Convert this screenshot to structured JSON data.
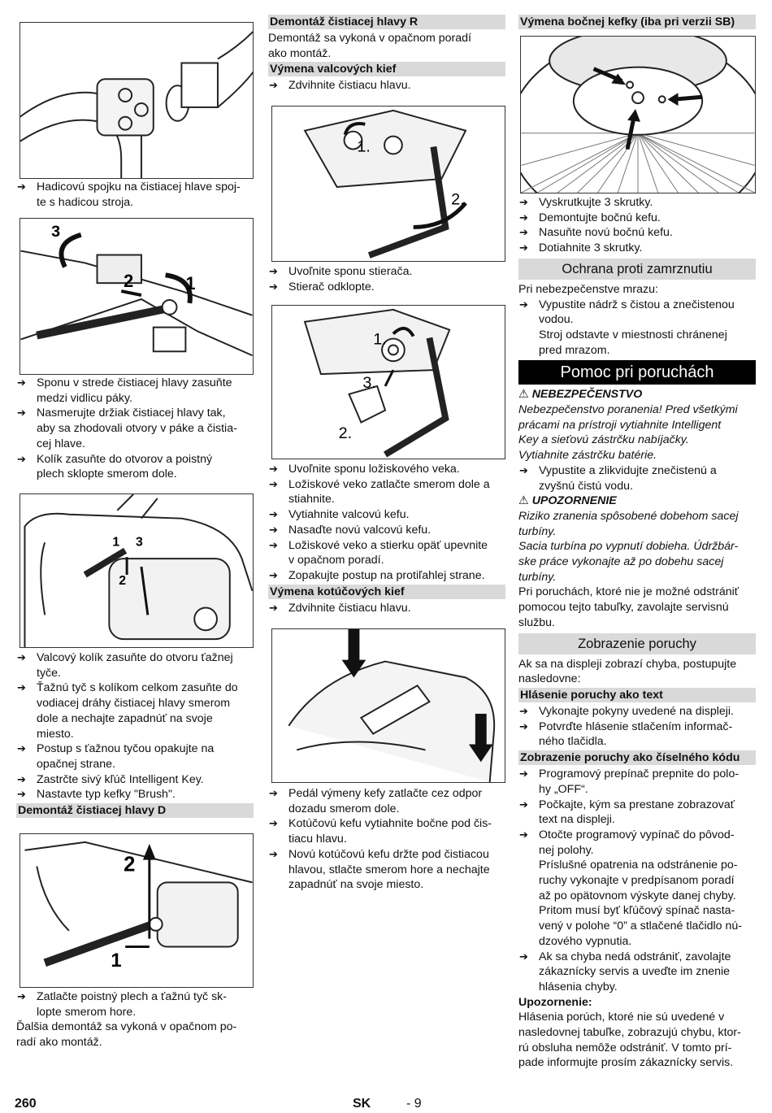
{
  "col1": {
    "t1": [
      "Hadicovú spojku na čistiacej hlave spoj-",
      "te s hadicou stroja."
    ],
    "fig2_labels": [
      "3",
      "2",
      "1"
    ],
    "t2": [
      [
        "Sponu v strede čistiacej hlavy zasuňte",
        "medzi vidlicu páky."
      ],
      [
        "Nasmerujte držiak čistiacej hlavy tak,",
        "aby sa zhodovali otvory v páke a čistia-",
        "cej hlave."
      ],
      [
        "Kolík zasuňte do otvorov a poistný",
        "plech sklopte smerom dole."
      ]
    ],
    "fig3_labels": [
      "1",
      "3",
      "2"
    ],
    "t3": [
      [
        "Valcový kolík zasuňte do otvoru ťažnej",
        "tyče."
      ],
      [
        "Ťažnú tyč s kolíkom celkom zasuňte do",
        "vodiacej dráhy čistiacej hlavy smerom",
        "dole a nechajte zapadnúť na svoje",
        "miesto."
      ],
      [
        "Postup s ťažnou tyčou opakujte na",
        "opačnej strane."
      ],
      [
        "Zastrčte sivý kľúč Intelligent Key."
      ],
      [
        "Nastavte typ kefky \"Brush\"."
      ]
    ],
    "h_d": "Demontáž čistiacej hlavy D",
    "fig4_labels": [
      "2",
      "1"
    ],
    "t4": [
      "Zatlačte poistný plech a ťažnú tyč sk-",
      "lopte smerom hore."
    ],
    "t5": [
      "Ďalšia demontáž sa vykoná v opačnom po-",
      "radí ako montáž."
    ]
  },
  "col2": {
    "h_r": "Demontáž čistiacej hlavy R",
    "t_r": [
      "Demontáž sa vykoná v opačnom poradí",
      "ako montáž."
    ],
    "h_val": "Výmena valcových kief",
    "s_val": "Zdvihnite čistiacu hlavu.",
    "fig5_labels": [
      "1.",
      "2."
    ],
    "t6": [
      [
        "Uvoľnite sponu stierača."
      ],
      [
        "Stierač odklopte."
      ]
    ],
    "fig6_labels": [
      "1.",
      "3.",
      "2."
    ],
    "t7": [
      [
        "Uvoľnite sponu ložiskového veka."
      ],
      [
        "Ložiskové veko zatlačte smerom dole a",
        "stiahnite."
      ],
      [
        "Vytiahnite valcovú kefu."
      ],
      [
        "Nasaďte novú valcovú kefu."
      ],
      [
        "Ložiskové veko a stierku opäť upevnite",
        "v opačnom poradí."
      ],
      [
        "Zopakujte postup na protiľahlej strane."
      ]
    ],
    "h_kot": "Výmena kotúčových kief",
    "s_kot": "Zdvihnite čistiacu hlavu.",
    "t8": [
      [
        "Pedál výmeny kefy zatlačte cez odpor",
        "dozadu smerom dole."
      ],
      [
        "Kotúčovú kefu vytiahnite bočne pod čis-",
        "tiacu hlavu."
      ],
      [
        "Novú kotúčovú kefu držte pod čistiacou",
        "hlavou, stlačte smerom hore a nechajte",
        "zapadnúť na svoje miesto."
      ]
    ]
  },
  "col3": {
    "h_sb": "Výmena bočnej kefky (iba pri verzii SB)",
    "t_sb": [
      [
        "Vyskrutkujte 3 skrutky."
      ],
      [
        "Demontujte bočnú kefu."
      ],
      [
        "Nasuňte novú bočnú kefu."
      ],
      [
        "Dotiahnite 3 skrutky."
      ]
    ],
    "h_frost": "Ochrana proti zamrznutiu",
    "p_frost": "Pri nebezpečenstve mrazu:",
    "s_frost": [
      "Vypustite nádrž s čistou a znečistenou",
      "vodou."
    ],
    "i_frost": [
      "Stroj odstavte v miestnosti chránenej",
      "pred mrazom."
    ],
    "h_help": "Pomoc pri poruchách",
    "w1": "NEBEZPEČENSTVO",
    "w1_text": [
      "Nebezpečenstvo poranenia! Pred všetkými",
      "prácami na prístroji vytiahnite Intelligent",
      "Key a sieťovú zástrčku nabíjačky.",
      "Vytiahnite zástrčku batérie."
    ],
    "w1_step": [
      "Vypustite a zlikvidujte znečistenú a",
      "zvyšnú čistú vodu."
    ],
    "w2": "UPOZORNENIE",
    "w2_text": [
      "Riziko zranenia spôsobené dobehom sacej",
      "turbíny.",
      "Sacia turbína po vypnutí dobieha. Údržbár-",
      "ske práce vykonajte až po dobehu sacej",
      "turbíny."
    ],
    "p_help": [
      "Pri poruchách, ktoré nie je možné odstrániť",
      "pomocou tejto tabuľky, zavolajte servisnú",
      "službu."
    ],
    "h_disp": "Zobrazenie poruchy",
    "p_disp": [
      "Ak sa na displeji zobrazí chyba, postupujte",
      "nasledovne:"
    ],
    "h_txt": "Hlásenie poruchy ako text",
    "t_txt": [
      [
        "Vykonajte pokyny uvedené na displeji."
      ],
      [
        "Potvrďte hlásenie stlačením informač-",
        "ného tlačidla."
      ]
    ],
    "h_code": "Zobrazenie poruchy ako číselného kódu",
    "t_code": [
      [
        "Programový prepínač prepnite do polo-",
        "hy „OFF“."
      ],
      [
        "Počkajte, kým sa prestane zobrazovať",
        "text na displeji."
      ],
      [
        "Otočte programový vypínač do pôvod-",
        "nej polohy."
      ]
    ],
    "i_code": [
      "Príslušné opatrenia na odstránenie po-",
      "ruchy vykonajte v predpísanom poradí",
      "až po opätovnom výskyte danej chyby.",
      "Pritom musí byť kľúčový spínač nasta-",
      "vený v polohe “0” a stlačené tlačidlo nú-",
      "dzového vypnutia."
    ],
    "s_code": [
      "Ak sa chyba nedá odstrániť, zavolajte",
      "zákaznícky servis a uveďte im znenie",
      "hlásenia chyby."
    ],
    "h_note": "Upozornenie:",
    "p_note": [
      "Hlásenia porúch, ktoré nie sú uvedené v",
      "nasledovnej tabuľke, zobrazujú chybu, ktor-",
      "rú obsluha nemôže odstrániť. V tomto prí-",
      "pade informujte prosím zákaznícky servis."
    ]
  },
  "footer": {
    "page": "260",
    "lang": "SK",
    "sub": "- 9"
  }
}
